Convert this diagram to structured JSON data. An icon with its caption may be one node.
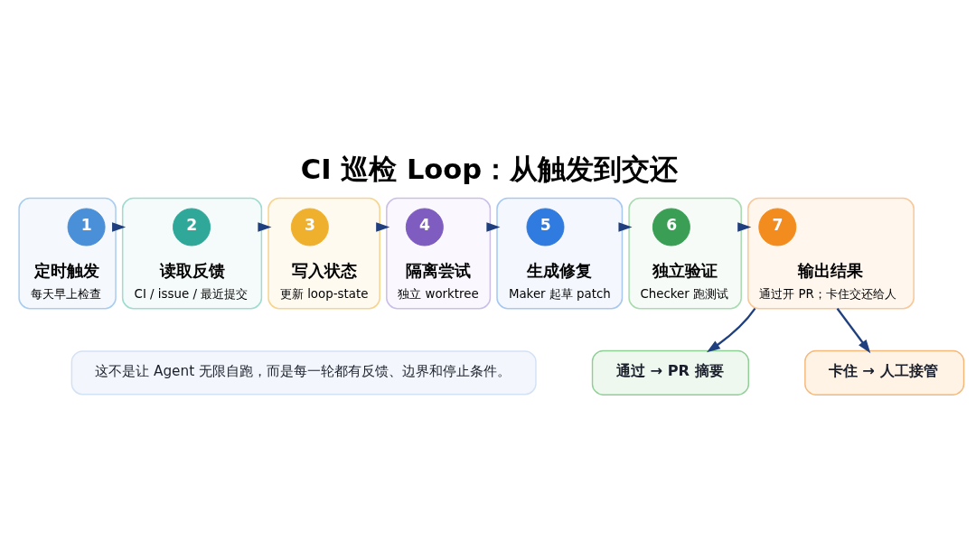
{
  "diagram": {
    "title": "CI 巡检 Loop：从触发到交还",
    "nodes": [
      {
        "text": [
          "定时触发",
          "每天早上检查"
        ]
      },
      {
        "text": [
          "1"
        ],
        "in": 0
      },
      {
        "text": [
          "读取反馈",
          "CI / issue / 最近提交"
        ]
      },
      {
        "text": [
          "2"
        ],
        "in": 2
      },
      {
        "text": [
          "写入状态",
          "更新 loop-state"
        ]
      },
      {
        "text": [
          "3"
        ],
        "in": 4
      },
      {
        "text": [
          "隔离尝试",
          "独立 worktree"
        ]
      },
      {
        "text": [
          "4"
        ],
        "in": 6
      },
      {
        "text": [
          "生成修复",
          "Maker 起草 patch"
        ]
      },
      {
        "text": [
          "5"
        ],
        "in": 8
      },
      {
        "text": [
          "独立验证",
          "Checker 跑测试"
        ]
      },
      {
        "text": [
          "6"
        ],
        "in": 10
      },
      {
        "text": [
          "输出结果",
          "通过开 PR；卡住交还给人"
        ]
      },
      {
        "text": [
          "7"
        ],
        "in": 12
      },
      {
        "text": [
          "通过 → PR 摘要"
        ]
      },
      {
        "text": [
          "卡住 → 人工接管"
        ]
      },
      {
        "text": [
          "这不是让 Agent 无限自跑，而是每一轮都有反馈、边界和停止条件。"
        ]
      }
    ],
    "edges": [
      {
        "from": 0,
        "to": 2,
        "arrow": "to"
      },
      {
        "from": 2,
        "to": 4,
        "arrow": "to"
      },
      {
        "from": 4,
        "to": 6,
        "arrow": "to"
      },
      {
        "from": 6,
        "to": 8,
        "arrow": "to"
      },
      {
        "from": 8,
        "to": 10,
        "arrow": "to"
      },
      {
        "from": 10,
        "to": 12,
        "arrow": "to"
      },
      {
        "from": 12,
        "to": 14,
        "arrow": "to"
      },
      {
        "from": 12,
        "to": 15,
        "arrow": "to"
      }
    ]
  }
}
